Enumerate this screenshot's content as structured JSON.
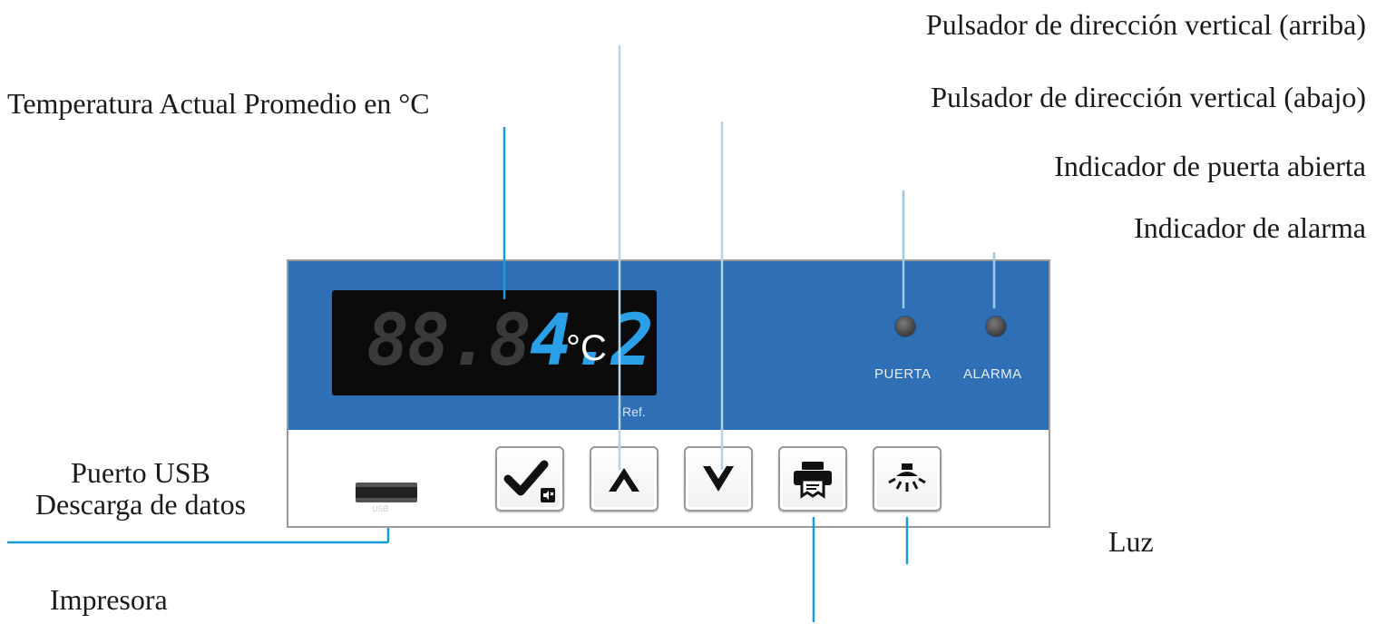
{
  "callouts": {
    "temperature": "Temperatura Actual Promedio en °C",
    "up_button": "Pulsador de dirección vertical (arriba)",
    "down_button": "Pulsador de dirección vertical (abajo)",
    "door_indicator": "Indicador de puerta abierta",
    "alarm_indicator": "Indicador de alarma",
    "usb_line1": "Puerto USB",
    "usb_line2": "Descarga de datos",
    "printer": "Impresora",
    "light": "Luz"
  },
  "display": {
    "ghost_digits": "88.8",
    "value": "4.2",
    "unit": "°C",
    "ref_label": "Ref."
  },
  "indicators": {
    "door_label": "PUERTA",
    "alarm_label": "ALARMA"
  },
  "usb_port_label": "USB",
  "colors": {
    "panel_blue": "#2f6fb6",
    "digit_lit": "#2aa0e8",
    "digit_ghost": "#3a3a3a",
    "leader_line": "#1a9bd7"
  },
  "keys": [
    "confirm-mute-icon",
    "arrow-up-icon",
    "arrow-down-icon",
    "printer-icon",
    "light-icon"
  ]
}
